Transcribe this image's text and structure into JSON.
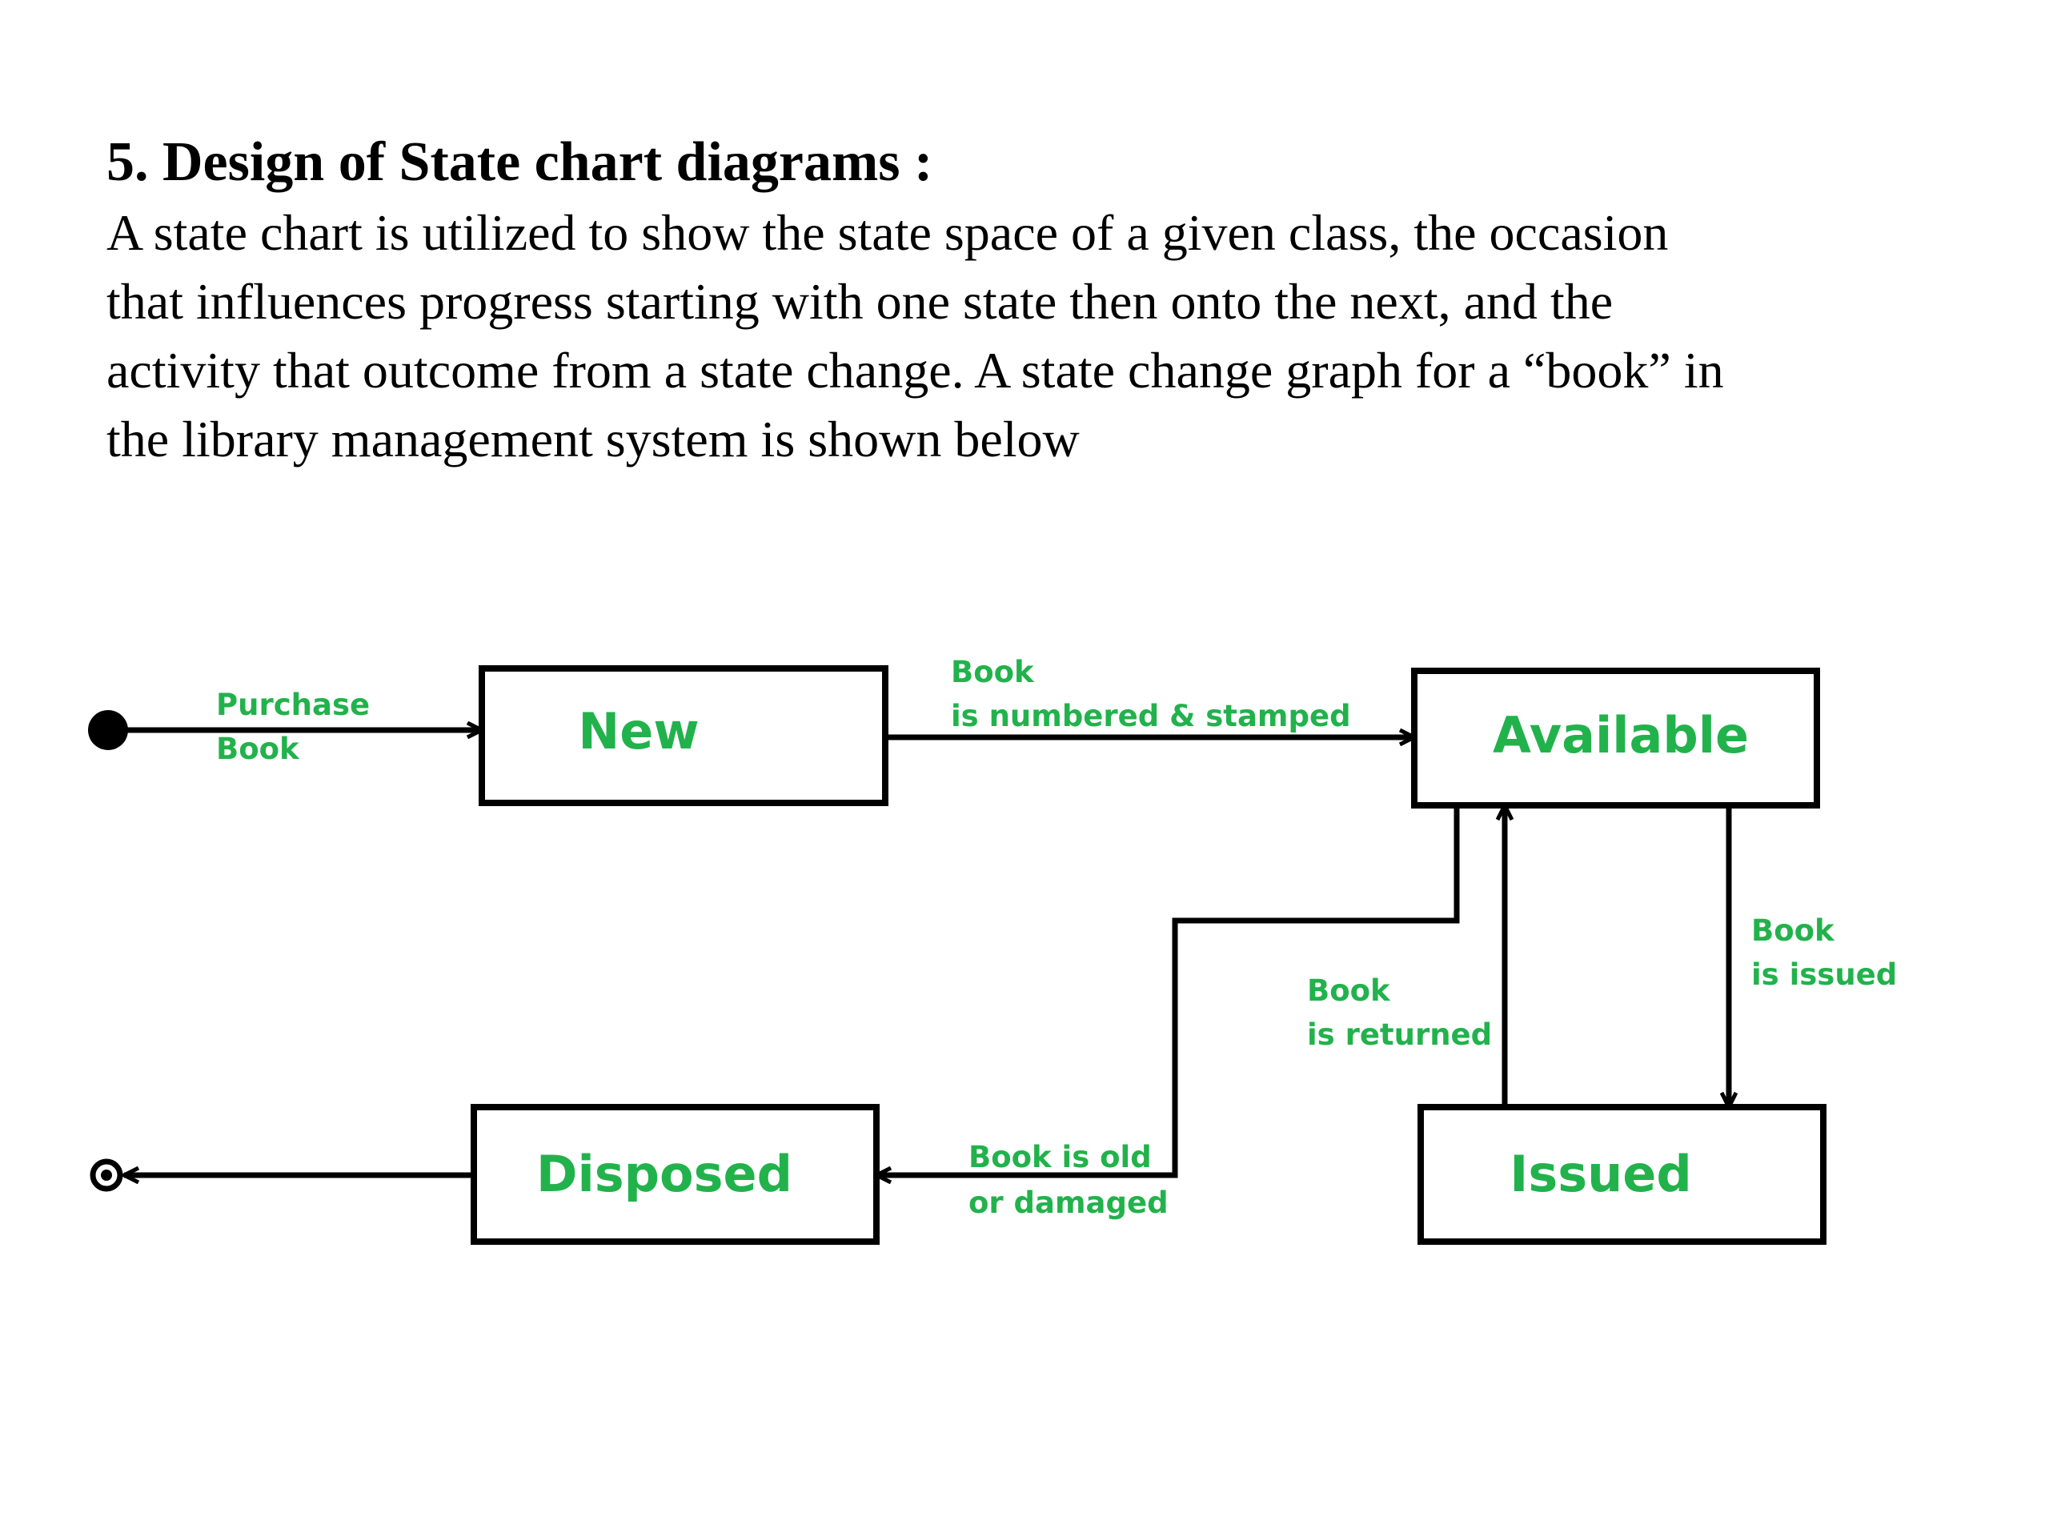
{
  "heading": "5. Design of State chart diagrams :",
  "paragraph_lines": [
    "A state chart is utilized to show the state space of a given class, the occasion",
    "that influences progress starting with one state then onto the next, and the",
    "activity that outcome from a state change. A state change graph for a “book” in",
    "the library management system is shown below"
  ],
  "states": {
    "new": "New",
    "available": "Available",
    "issued": "Issued",
    "disposed": "Disposed"
  },
  "transitions": {
    "purchase": [
      "Purchase",
      "Book"
    ],
    "numbered": [
      "Book",
      "is numbered & stamped"
    ],
    "issued": [
      "Book",
      "is issued"
    ],
    "returned": [
      "Book",
      "is returned"
    ],
    "old": [
      "Book is old",
      "or damaged"
    ]
  },
  "colors": {
    "label": "#22b24c",
    "stroke": "#000000"
  }
}
